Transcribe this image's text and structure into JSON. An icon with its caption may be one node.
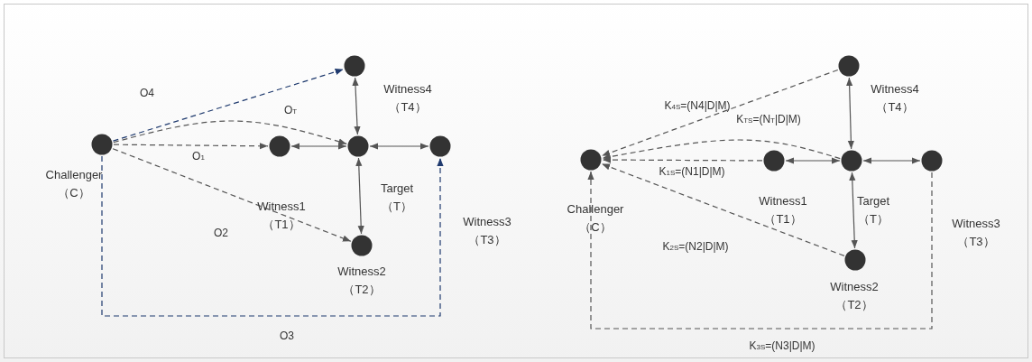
{
  "diagram": {
    "nodes": [
      {
        "text": [],
        "shape": "circle",
        "beside": [
          "Challenger",
          "（C）"
        ]
      },
      {
        "text": [],
        "shape": "circle",
        "beside": [
          "Witness4",
          "（T4）"
        ]
      },
      {
        "text": [],
        "shape": "circle",
        "beside": [
          "Witness1",
          "（T1）"
        ]
      },
      {
        "text": [],
        "shape": "circle",
        "beside": [
          "Target",
          "（T）"
        ]
      },
      {
        "text": [],
        "shape": "circle",
        "beside": [
          "Witness3",
          "（T3）"
        ]
      },
      {
        "text": [],
        "shape": "circle",
        "beside": [
          "Witness2",
          "（T2）"
        ]
      },
      {
        "text": [],
        "shape": "circle",
        "beside": [
          "Challenger",
          "（C）"
        ]
      },
      {
        "text": [],
        "shape": "circle",
        "beside": [
          "Witness4",
          "（T4）"
        ]
      },
      {
        "text": [],
        "shape": "circle",
        "beside": [
          "Witness1",
          "（T1）"
        ]
      },
      {
        "text": [],
        "shape": "circle",
        "beside": [
          "Target",
          "（T）"
        ]
      },
      {
        "text": [],
        "shape": "circle",
        "beside": [
          "Witness3",
          "（T3）"
        ]
      },
      {
        "text": [],
        "shape": "circle",
        "beside": [
          "Witness2",
          "（T2）"
        ]
      }
    ],
    "edges": [
      {
        "from": 0,
        "to": 1,
        "arrow": "to",
        "label": "O4",
        "style": "dashed",
        "color": "#1f3a6e"
      },
      {
        "from": 0,
        "to": 3,
        "arrow": "to",
        "label": "O$_{T}$",
        "style": "dashed"
      },
      {
        "from": 0,
        "to": 2,
        "arrow": "to",
        "label": "O$_{1}$",
        "style": "dashed"
      },
      {
        "from": 0,
        "to": 5,
        "arrow": "to",
        "label": "O2",
        "style": "dashed"
      },
      {
        "from": 0,
        "to": 4,
        "arrow": "to",
        "label": "O3",
        "style": "dashed",
        "color": "#1f3a6e"
      },
      {
        "from": 2,
        "to": 3,
        "arrow": "both"
      },
      {
        "from": 3,
        "to": 4,
        "arrow": "both"
      },
      {
        "from": 1,
        "to": 3,
        "arrow": "both"
      },
      {
        "from": 3,
        "to": 5,
        "arrow": "both"
      },
      {
        "from": 7,
        "to": 6,
        "arrow": "to",
        "label": "K$_{4S}$=(N4|D|M)",
        "style": "dashed"
      },
      {
        "from": 9,
        "to": 6,
        "arrow": "to",
        "label": "K$_{TS}$=(N$_{T}$|D|M)",
        "style": "dashed"
      },
      {
        "from": 8,
        "to": 6,
        "arrow": "to",
        "label": "K$_{1S}$=(N1|D|M)",
        "style": "dashed"
      },
      {
        "from": 11,
        "to": 6,
        "arrow": "to",
        "label": "K$_{2S}$=(N2|D|M)",
        "style": "dashed"
      },
      {
        "from": 10,
        "to": 6,
        "arrow": "to",
        "label": "K$_{3S}$=(N3|D|M)",
        "style": "dashed"
      },
      {
        "from": 8,
        "to": 9,
        "arrow": "both"
      },
      {
        "from": 9,
        "to": 10,
        "arrow": "both"
      },
      {
        "from": 7,
        "to": 9,
        "arrow": "both"
      },
      {
        "from": 9,
        "to": 11,
        "arrow": "both"
      }
    ]
  }
}
